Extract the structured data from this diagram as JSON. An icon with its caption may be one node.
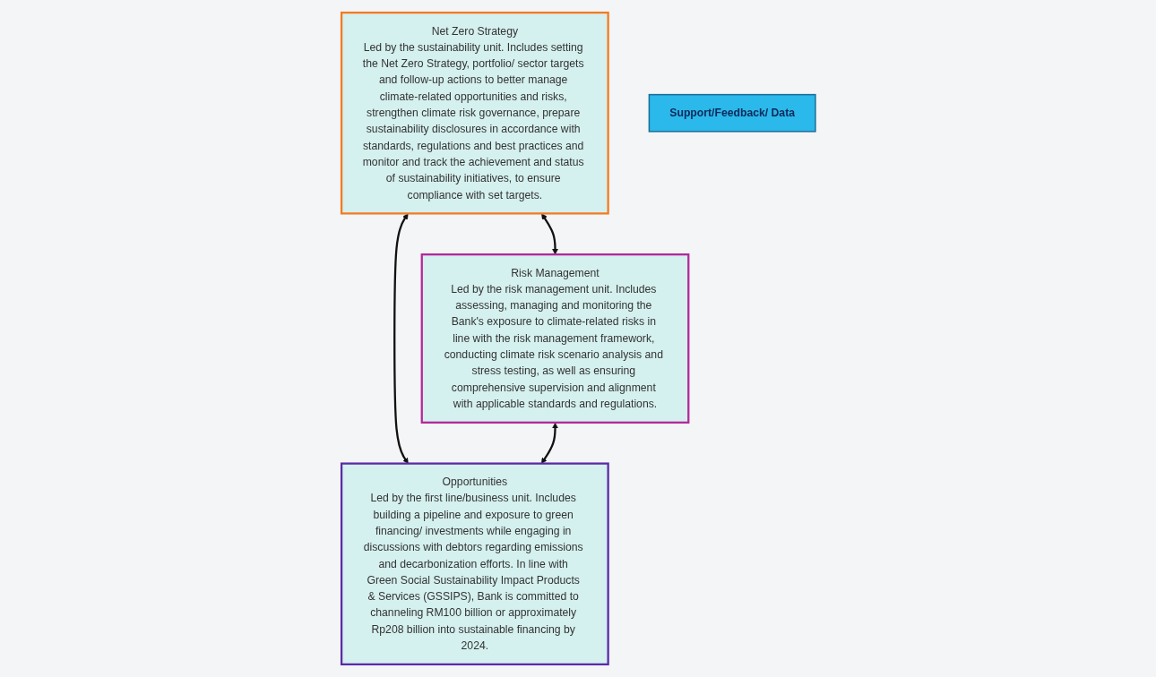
{
  "diagram": {
    "nodes": [
      {
        "text": [
          "Net Zero Strategy",
          "Led by the sustainability unit. Includes setting the Net Zero Strategy, portfolio/ sector targets and follow-up actions to better manage climate-related opportunities and risks, strengthen climate risk governance, prepare sustainability disclosures in accordance with standards, regulations and best practices and monitor and track the achievement and status of sustainability initiatives, to ensure compliance with set targets."
        ]
      },
      {
        "text": [
          "Risk Management",
          "Led by the risk management unit. Includes assessing, managing and monitoring the Bank's exposure to climate-related risks in line with the risk management framework, conducting climate risk scenario analysis and stress testing, as well as ensuring comprehensive supervision and alignment with applicable standards and regulations."
        ]
      },
      {
        "text": [
          "Opportunities",
          "Led by the first line/business unit. Includes building a pipeline and exposure to green financing/ investments while engaging in discussions with debtors regarding emissions and decarbonization efforts. In line with Green Social Sustainability Impact Products & Services (GSSIPS), Bank is committed to channeling RM100 billion or approximately Rp208 billion into sustainable financing by 2024."
        ]
      },
      {
        "text": [
          "Support/Feedback/ Data"
        ]
      }
    ],
    "edges": [
      {
        "from": 0,
        "to": 1,
        "arrow": "both"
      },
      {
        "from": 0,
        "to": 2,
        "arrow": "both"
      },
      {
        "from": 1,
        "to": 2,
        "arrow": "both"
      }
    ]
  }
}
